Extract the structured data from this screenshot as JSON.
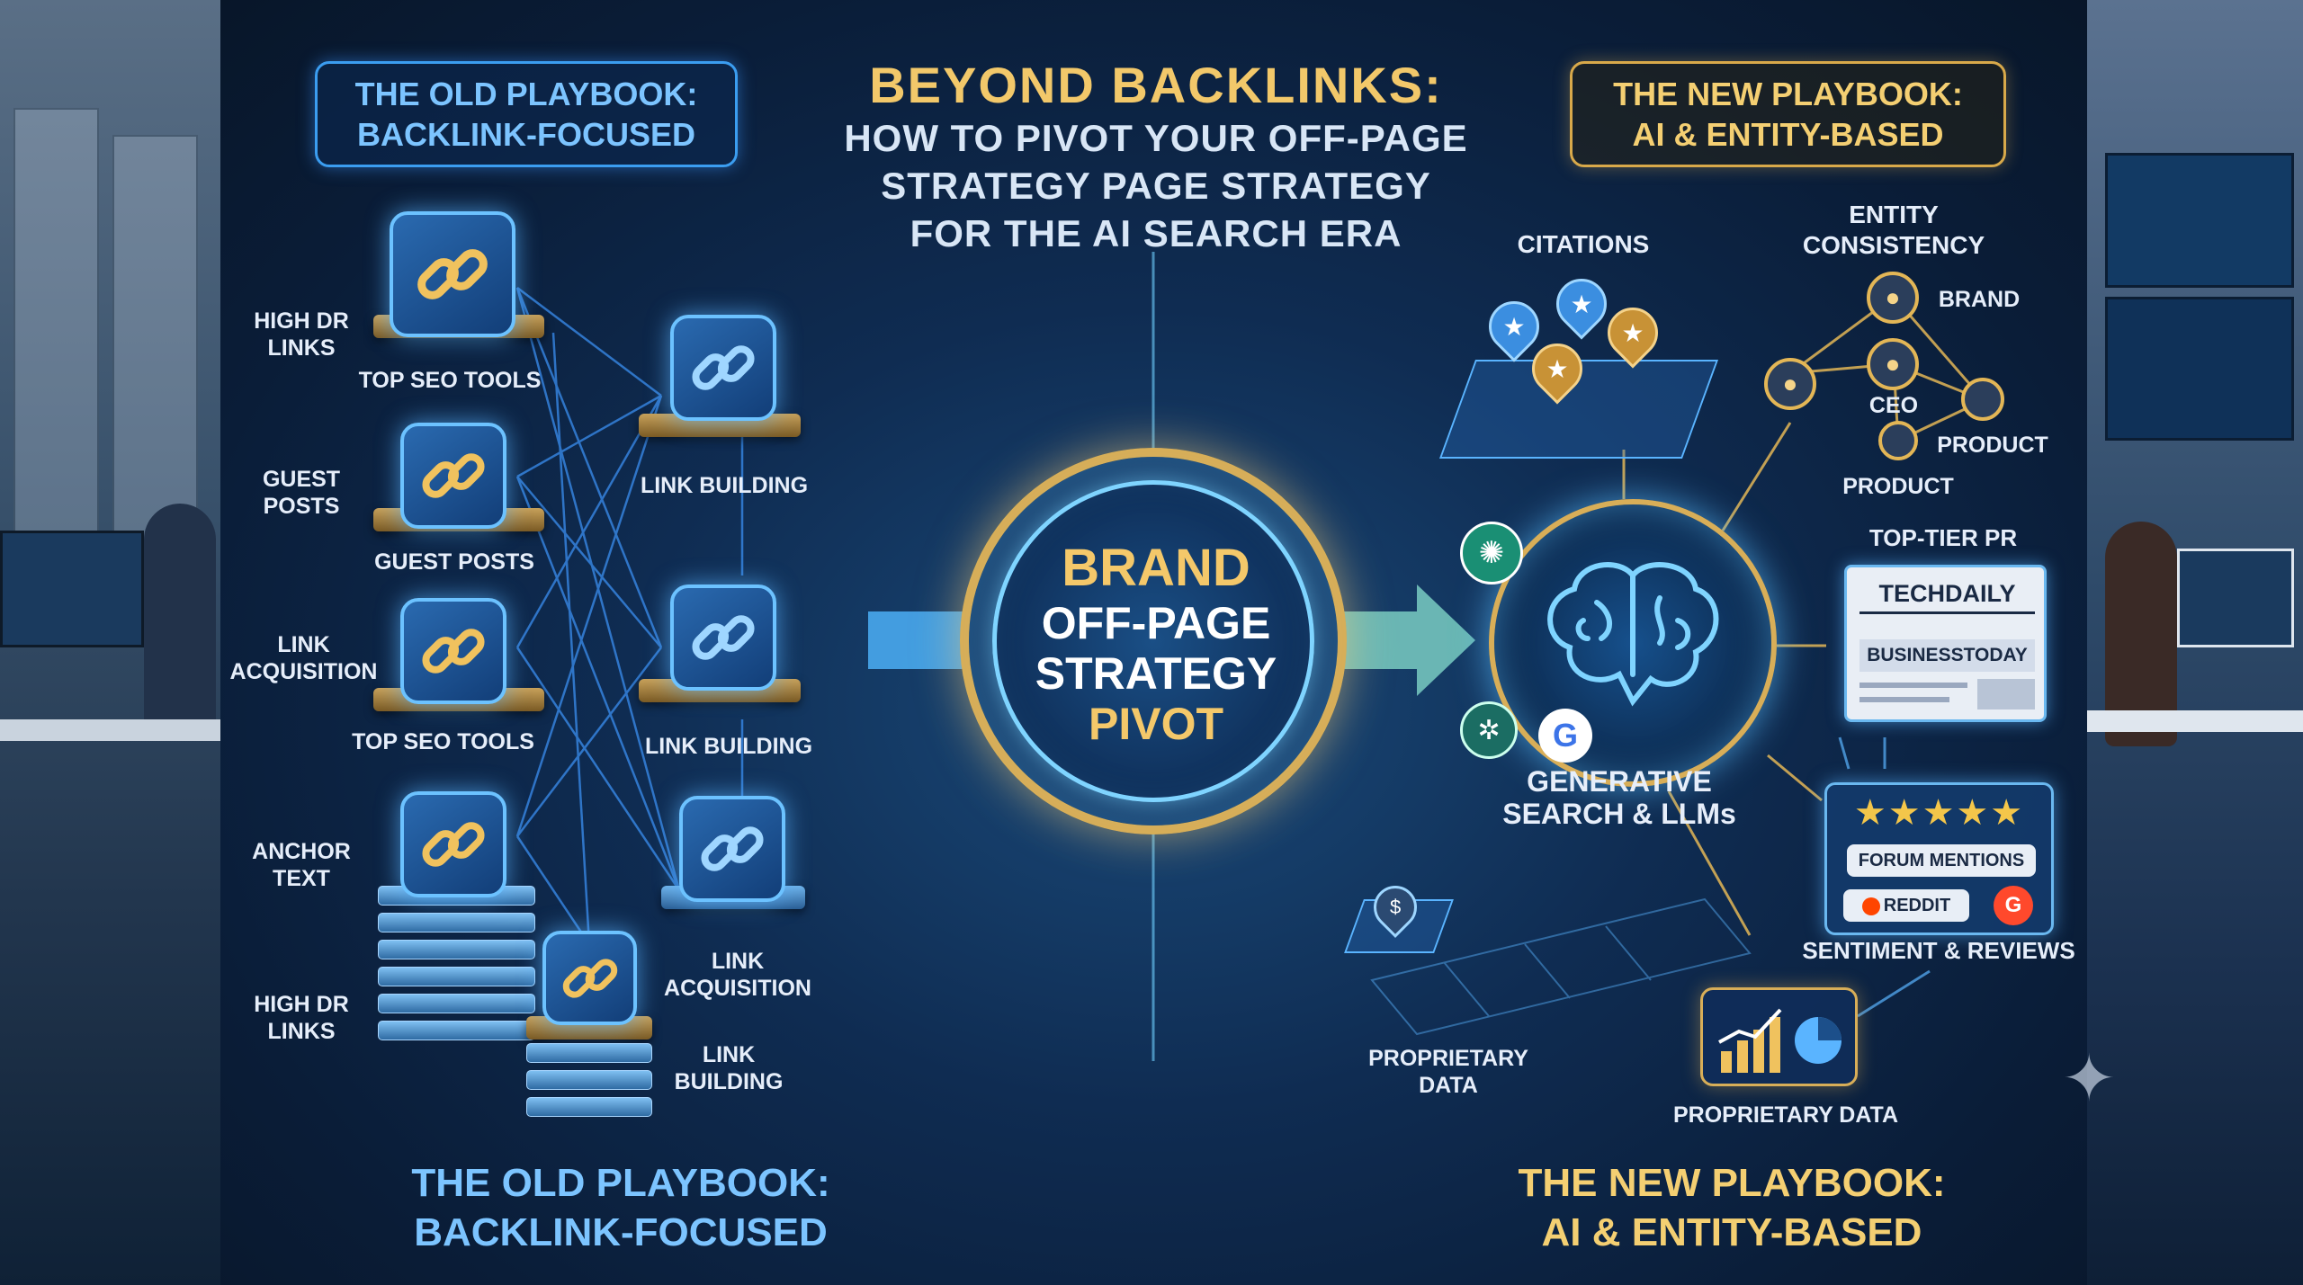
{
  "header": {
    "title": "BEYOND BACKLINKS:",
    "subtitle_line1": "HOW TO PIVOT YOUR OFF-PAGE",
    "subtitle_line2": "STRATEGY PAGE STRATEGY",
    "subtitle_line3": "FOR THE AI SEARCH ERA"
  },
  "old_badge": {
    "line1": "THE OLD PLAYBOOK:",
    "line2": "BACKLINK-FOCUSED"
  },
  "new_badge": {
    "line1": "THE NEW PLAYBOOK:",
    "line2": "AI & ENTITY-BASED"
  },
  "old_side": {
    "labels": {
      "high_dr_links_1": "HIGH DR\nLINKS",
      "top_seo_tools_1": "TOP SEO TOOLS",
      "guest_posts_left": "GUEST\nPOSTS",
      "guest_posts": "GUEST POSTS",
      "link_acquisition_left": "LINK\nACQUISITION",
      "top_seo_tools_2": "TOP SEO TOOLS",
      "anchor_text": "ANCHOR\nTEXT",
      "high_dr_links_2": "HIGH DR\nLINKS",
      "link_building_1": "LINK BUILDING",
      "link_building_2": "LINK BUILDING",
      "link_acquisition_right": "LINK\nACQUISITION",
      "link_building_3": "LINK\nBUILDING"
    },
    "bottom_line1": "THE OLD PLAYBOOK:",
    "bottom_line2": "BACKLINK-FOCUSED"
  },
  "center": {
    "line1": "BRAND",
    "line2": "OFF-PAGE",
    "line3": "STRATEGY",
    "line4": "PIVOT"
  },
  "new_side": {
    "citations": "CITATIONS",
    "entity_consistency": "ENTITY\nCONSISTENCY",
    "brand": "BRAND",
    "ceo": "CEO",
    "product_a": "PRODUCT",
    "product_b": "PRODUCT",
    "top_tier_pr": "TOP-TIER PR",
    "news_1": "TECHDAILY",
    "news_2": "BUSINESSTODAY",
    "generative": "GENERATIVE\nSEARCH & LLMs",
    "forum_mentions": "FORUM MENTIONS",
    "reddit": "REDDIT",
    "g2": "G",
    "sentiment": "SENTIMENT & REVIEWS",
    "proprietary_left": "PROPRIETARY\nDATA",
    "proprietary_right": "PROPRIETARY DATA",
    "stars": "★★★★★",
    "bottom_line1": "THE NEW PLAYBOOK:",
    "bottom_line2": "AI & ENTITY-BASED"
  },
  "colors": {
    "gold": "#f2c86a",
    "blue": "#3b9df0",
    "panel": "#0f2c52"
  },
  "icons": {
    "chain": "link-icon",
    "brain": "brain-icon",
    "pin": "map-pin-icon",
    "user": "user-icon"
  }
}
